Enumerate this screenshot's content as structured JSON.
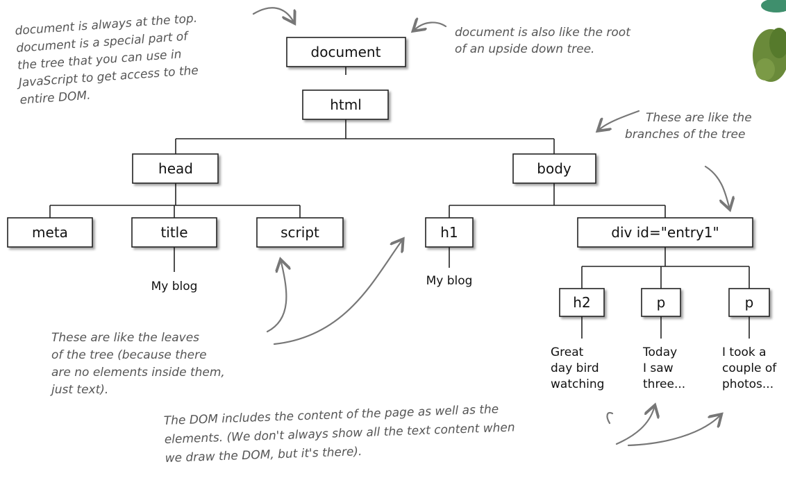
{
  "nodes": {
    "document": "document",
    "html": "html",
    "head": "head",
    "body": "body",
    "meta": "meta",
    "title": "title",
    "script": "script",
    "h1": "h1",
    "div": "div id=\"entry1\"",
    "h2": "h2",
    "p1": "p",
    "p2": "p"
  },
  "leaves": {
    "title_text": "My blog",
    "h1_text": "My blog",
    "h2_text": [
      "Great",
      "day bird",
      "watching"
    ],
    "p1_text": [
      "Today",
      "I saw",
      "three..."
    ],
    "p2_text": [
      "I took a",
      "couple of",
      "photos..."
    ]
  },
  "annotations": {
    "document_top": [
      "document is always at the top.",
      "document is a special part of",
      "the tree that you can use in",
      "JavaScript to get access to the",
      "entire DOM."
    ],
    "document_root": [
      "document is also like the root",
      "of an upside down tree."
    ],
    "branches": [
      "These are like the",
      "branches of the tree"
    ],
    "leaves_note": [
      "These are like the leaves",
      "of the tree (because there",
      "are no elements inside them,",
      "just text)."
    ],
    "content_note": [
      "The DOM includes the content of the page as well as the",
      "elements. (We don't always show all the text content when",
      "we draw the DOM, but it's there)."
    ]
  },
  "icons": [
    "tree-illustration-icon"
  ]
}
